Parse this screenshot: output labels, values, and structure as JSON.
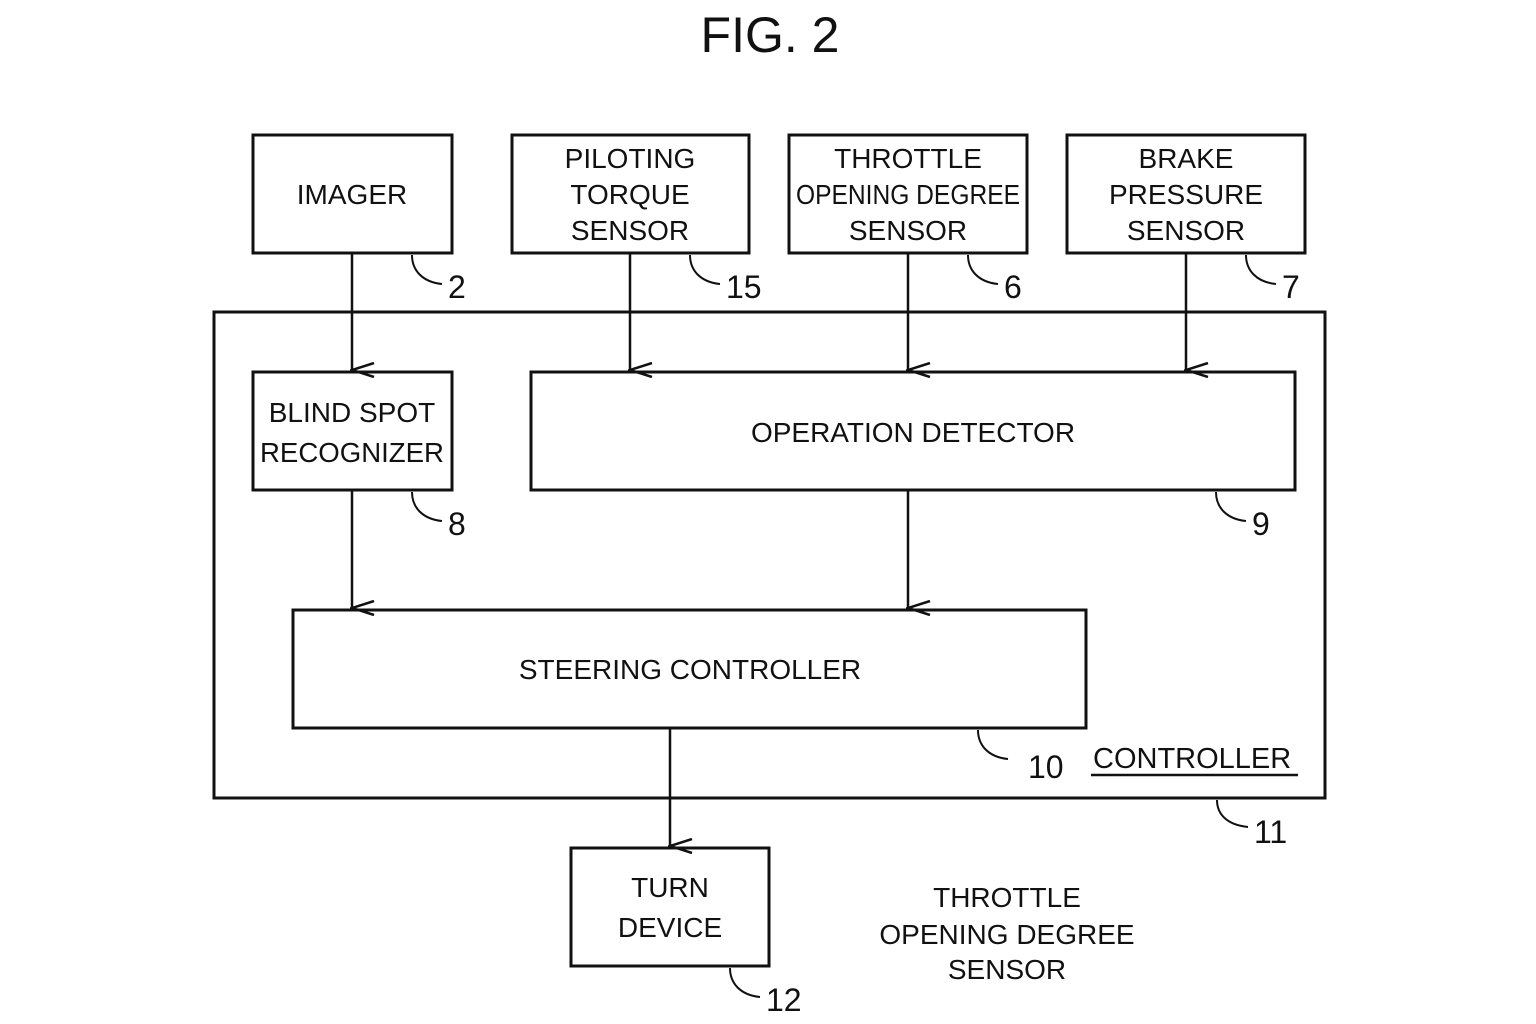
{
  "figure": {
    "title": "FIG. 2"
  },
  "blocks": {
    "imager": {
      "lines": [
        "IMAGER"
      ],
      "ref": "2"
    },
    "piloting_torque_sensor": {
      "lines": [
        "PILOTING",
        "TORQUE",
        "SENSOR"
      ],
      "ref": "15"
    },
    "throttle_sensor": {
      "lines": [
        "THROTTLE",
        "OPENING DEGREE",
        "SENSOR"
      ],
      "ref": "6"
    },
    "brake_pressure_sensor": {
      "lines": [
        "BRAKE",
        "PRESSURE",
        "SENSOR"
      ],
      "ref": "7"
    },
    "blind_spot_recognizer": {
      "lines": [
        "BLIND SPOT",
        "RECOGNIZER"
      ],
      "ref": "8"
    },
    "operation_detector": {
      "lines": [
        "OPERATION DETECTOR"
      ],
      "ref": "9"
    },
    "steering_controller": {
      "lines": [
        "STEERING CONTROLLER"
      ],
      "ref": "10"
    },
    "controller": {
      "label": "CONTROLLER",
      "ref": "11"
    },
    "turn_device": {
      "lines": [
        "TURN",
        "DEVICE"
      ],
      "ref": "12"
    }
  },
  "annotations": {
    "stray_label": {
      "lines": [
        "THROTTLE",
        "OPENING DEGREE",
        "SENSOR"
      ]
    }
  },
  "connections": [
    {
      "from": "IMAGER",
      "to": "BLIND SPOT RECOGNIZER"
    },
    {
      "from": "PILOTING TORQUE SENSOR",
      "to": "OPERATION DETECTOR"
    },
    {
      "from": "THROTTLE OPENING DEGREE SENSOR",
      "to": "OPERATION DETECTOR"
    },
    {
      "from": "BRAKE PRESSURE SENSOR",
      "to": "OPERATION DETECTOR"
    },
    {
      "from": "BLIND SPOT RECOGNIZER",
      "to": "STEERING CONTROLLER"
    },
    {
      "from": "OPERATION DETECTOR",
      "to": "STEERING CONTROLLER"
    },
    {
      "from": "STEERING CONTROLLER",
      "to": "TURN DEVICE"
    }
  ]
}
